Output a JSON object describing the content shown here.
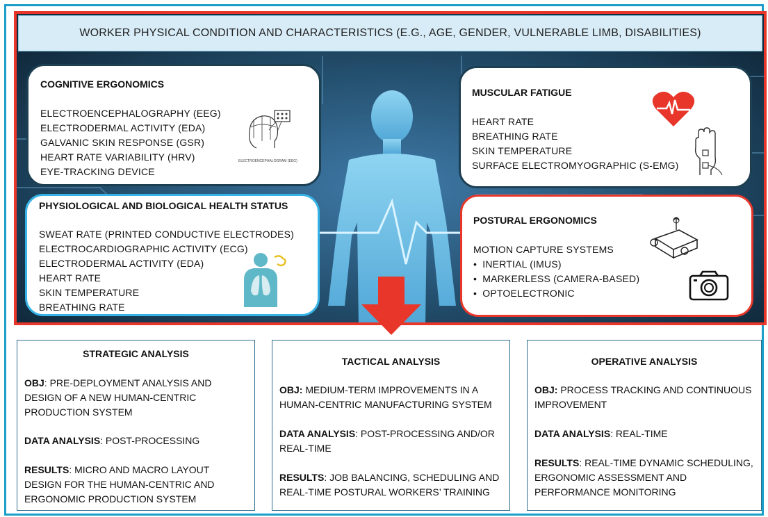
{
  "header": {
    "banner": "WORKER PHYSICAL CONDITION AND CHARACTERISTICS (E.G., AGE, GENDER, VULNERABLE LIMB, DISABILITIES)"
  },
  "cognitive": {
    "title": "COGNITIVE ERGONOMICS",
    "items": [
      "ELECTROENCEPHALOGRAPHY (EEG)",
      "ELECTRODERMAL ACTIVITY (EDA)",
      "GALVANIC SKIN RESPONSE (GSR)",
      "HEART RATE VARIABILITY (HRV)",
      "EYE-TRACKING DEVICE"
    ],
    "icon_caption": "ELECTROENCEPHALOGRAM (EEG)"
  },
  "muscular": {
    "title": "MUSCULAR FATIGUE",
    "items": [
      "HEART RATE",
      "BREATHING RATE",
      "SKIN TEMPERATURE",
      "SURFACE ELECTROMYOGRAPHIC (S-EMG)"
    ]
  },
  "physiological": {
    "title": "PHYSIOLOGICAL AND BIOLOGICAL HEALTH STATUS",
    "items": [
      "SWEAT RATE (PRINTED CONDUCTIVE ELECTRODES)",
      "ELECTROCARDIOGRAPHIC ACTIVITY (ECG)",
      "ELECTRODERMAL ACTIVITY (EDA)",
      "HEART RATE",
      "SKIN TEMPERATURE",
      "BREATHING RATE"
    ]
  },
  "postural": {
    "title": "POSTURAL ERGONOMICS",
    "intro": "MOTION CAPTURE SYSTEMS",
    "items": [
      "INERTIAL (IMUS)",
      "MARKERLESS (CAMERA-BASED)",
      "OPTOELECTRONIC"
    ]
  },
  "strategic": {
    "title": "STRATEGIC ANALYSIS",
    "obj_label": "OBJ",
    "obj_text": ": PRE-DEPLOYMENT ANALYSIS AND DESIGN OF A NEW HUMAN-CENTRIC PRODUCTION SYSTEM",
    "data_label": "DATA ANALYSIS",
    "data_text": ": POST-PROCESSING",
    "results_label": "RESULTS",
    "results_text": ": MICRO AND MACRO LAYOUT DESIGN FOR THE HUMAN-CENTRIC AND ERGONOMIC PRODUCTION SYSTEM"
  },
  "tactical": {
    "title": "TACTICAL ANALYSIS",
    "obj_label": "OBJ:",
    "obj_text": " MEDIUM-TERM IMPROVEMENTS IN A HUMAN-CENTRIC MANUFACTURING SYSTEM",
    "data_label": "DATA ANALYSIS",
    "data_text": ": POST-PROCESSING AND/OR REAL-TIME",
    "results_label": "RESULTS",
    "results_text": ": JOB BALANCING, SCHEDULING AND REAL-TIME POSTURAL WORKERS’ TRAINING"
  },
  "operative": {
    "title": "OPERATIVE ANALYSIS",
    "obj_label": "OBJ:",
    "obj_text": " PROCESS TRACKING AND CONTINUOUS IMPROVEMENT",
    "data_label": "DATA ANALYSIS",
    "data_text": ": REAL-TIME",
    "results_label": "RESULTS",
    "results_text": ": REAL-TIME DYNAMIC SCHEDULING, ERGONOMIC ASSESSMENT AND PERFORMANCE MONITORING"
  },
  "colors": {
    "frame_blue": "#1a9fc9",
    "frame_red": "#e8362a",
    "card_dark_border": "#1d3f52",
    "card_light_border": "#36b3e6",
    "heart_red": "#e8362a",
    "lungs_teal": "#5fb8c7"
  },
  "icons": [
    "eeg-head-icon",
    "heart-pulse-icon",
    "hand-sensor-icon",
    "lungs-body-icon",
    "imu-sensor-icon",
    "camera-icon",
    "down-arrow-icon",
    "human-silhouette"
  ]
}
